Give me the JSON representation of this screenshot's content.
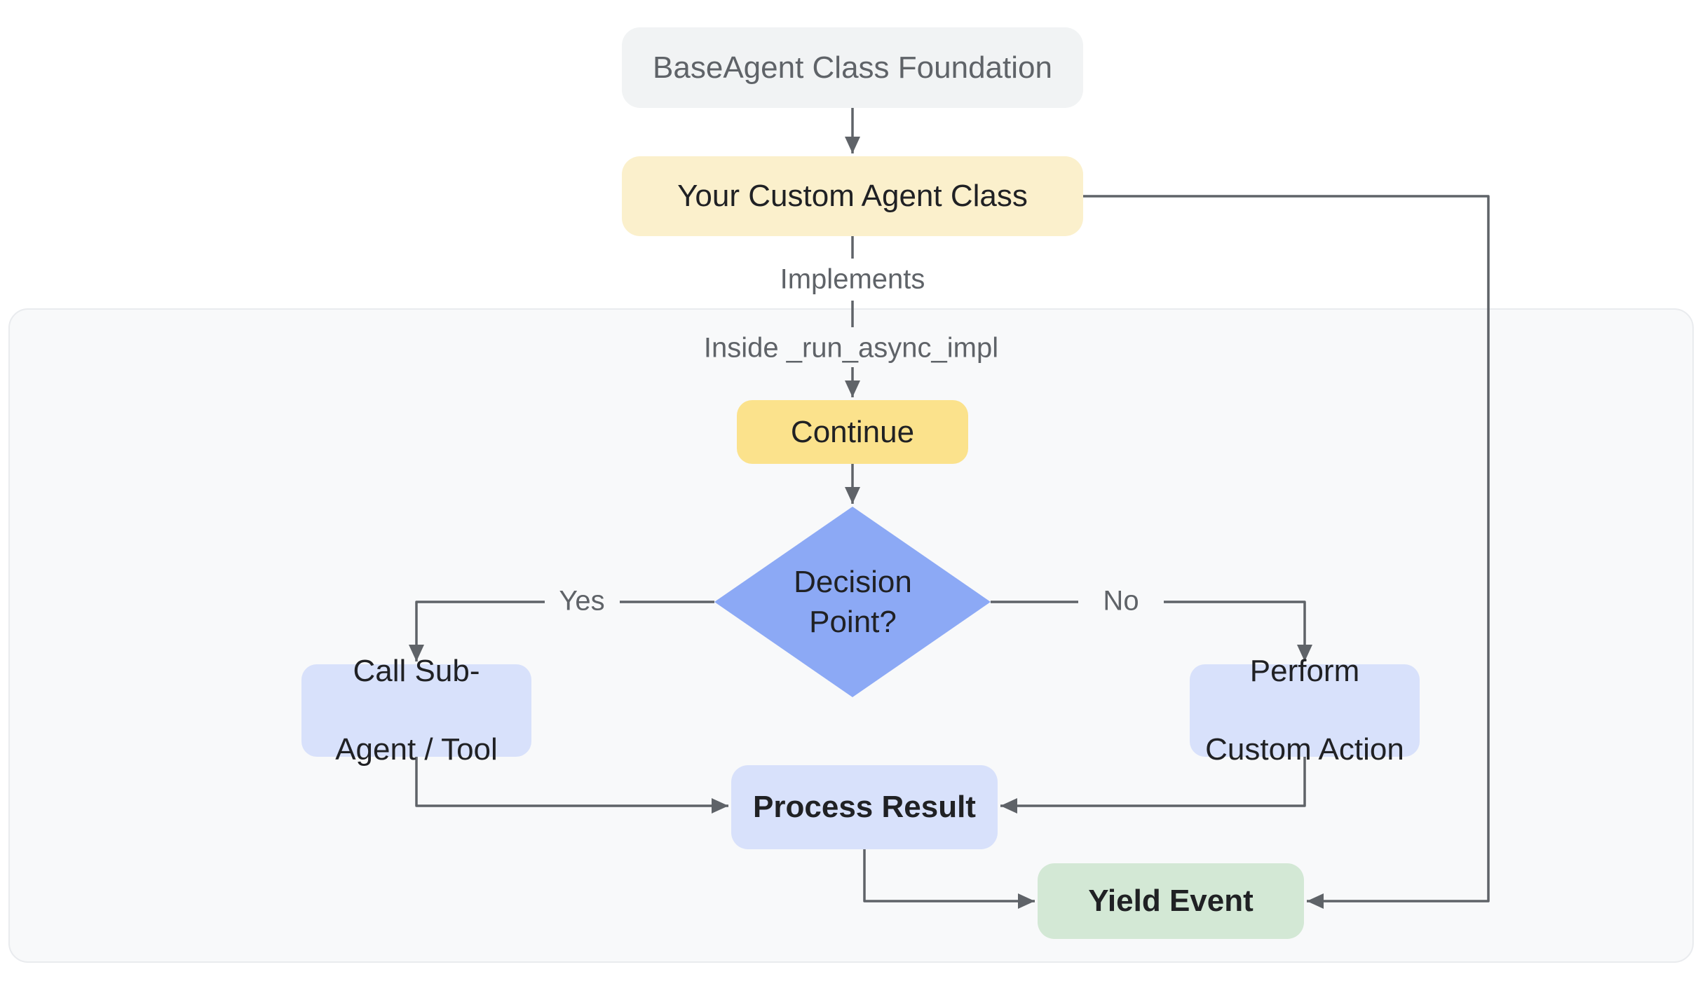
{
  "diagram": {
    "title_node": {
      "label": "BaseAgent Class Foundation"
    },
    "nodes": {
      "custom_agent": {
        "label": "Your Custom Agent Class"
      },
      "continue": {
        "label": "Continue"
      },
      "decision": {
        "line1": "Decision",
        "line2": "Point?"
      },
      "call_sub_agent": {
        "line1": "Call Sub-",
        "line2": "Agent / Tool"
      },
      "perform_custom_action": {
        "line1": "Perform",
        "line2": "Custom Action"
      },
      "process_result": {
        "label": "Process Result"
      },
      "yield_event": {
        "label": "Yield Event"
      }
    },
    "edge_labels": {
      "implements": "Implements",
      "inside_impl": "Inside _run_async_impl",
      "yes": "Yes",
      "no": "No"
    },
    "colors": {
      "page_background": "#FFFFFF",
      "scope_panel_fill": "#F8F9FA",
      "scope_panel_border": "#E9EBEE",
      "gray_node_fill": "#F1F3F4",
      "light_yellow_fill": "#FBF0CC",
      "yellow_fill": "#FBE28C",
      "blue_diamond_fill": "#8CA9F5",
      "light_blue_fill": "#D8E1FB",
      "green_fill": "#D3E8D5",
      "edge_stroke": "#5F6368",
      "dark_text": "#202124",
      "gray_text": "#5F6368"
    }
  }
}
